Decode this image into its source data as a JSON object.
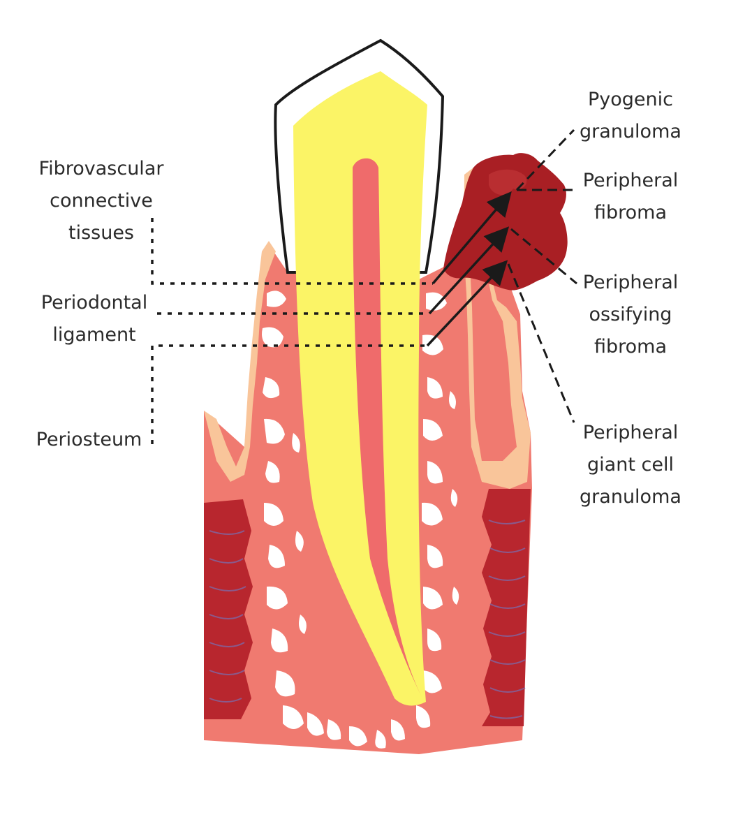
{
  "labels": {
    "fibrovascular_connective_tissues": "Fibrovascular\nconnective\ntissues",
    "periodontal_ligament": "Periodontal\nligament",
    "periosteum": "Periosteum",
    "pyogenic_granuloma": "Pyogenic\ngranuloma",
    "peripheral_fibroma": "Peripheral\nfibroma",
    "peripheral_ossifying_fibroma": "Peripheral\nossifying\nfibroma",
    "peripheral_giant_cell_granuloma": "Peripheral\ngiant cell\ngranuloma"
  },
  "colors": {
    "enamel": "#ffffff",
    "dentin": "#fbf466",
    "pulp": "#ef6b6b",
    "gingiva": "#f07a70",
    "periosteum": "#f9c59a",
    "muscle": "#b8262e",
    "lesion": "#a91f24",
    "marrow": "#ffffff",
    "outline": "#1a1a1a"
  }
}
